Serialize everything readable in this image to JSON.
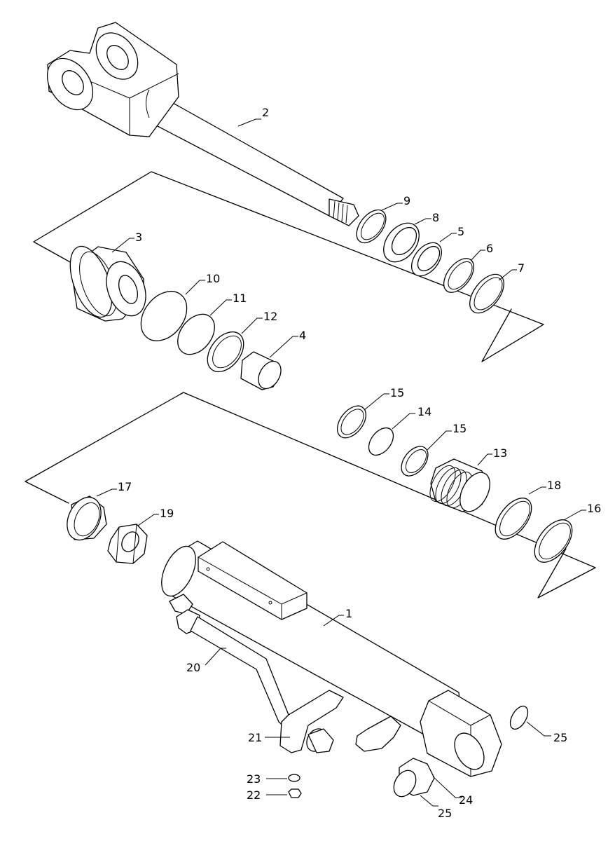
{
  "labels": {
    "p1": "1",
    "p2": "2",
    "p3": "3",
    "p4": "4",
    "p5": "5",
    "p6": "6",
    "p7": "7",
    "p8": "8",
    "p9": "9",
    "p10": "10",
    "p11": "11",
    "p12": "12",
    "p13": "13",
    "p14": "14",
    "p15a": "15",
    "p15b": "15",
    "p16": "16",
    "p17": "17",
    "p18": "18",
    "p19": "19",
    "p20": "20",
    "p21": "21",
    "p22": "22",
    "p23": "23",
    "p24": "24",
    "p25a": "25",
    "p25b": "25"
  }
}
